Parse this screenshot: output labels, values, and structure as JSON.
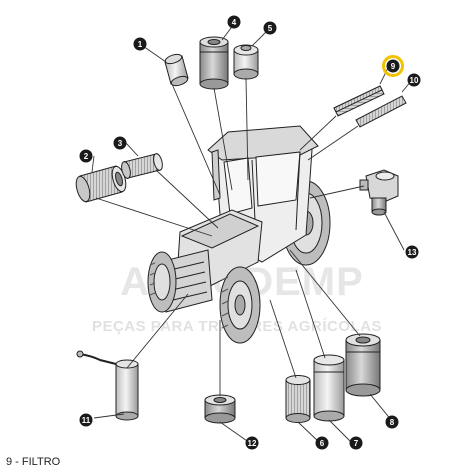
{
  "caption": "9 - FILTRO",
  "watermark": {
    "line1": "AGRODEMP",
    "line2": "PEÇAS PARA TRATORES AGRÍCOLAS"
  },
  "callouts": [
    {
      "id": "1",
      "label": "1"
    },
    {
      "id": "2",
      "label": "2"
    },
    {
      "id": "3",
      "label": "3"
    },
    {
      "id": "4",
      "label": "4"
    },
    {
      "id": "5",
      "label": "5"
    },
    {
      "id": "6",
      "label": "6"
    },
    {
      "id": "7",
      "label": "7"
    },
    {
      "id": "8",
      "label": "8"
    },
    {
      "id": "9",
      "label": "9",
      "highlighted": true
    },
    {
      "id": "10",
      "label": "10"
    },
    {
      "id": "11",
      "label": "11"
    },
    {
      "id": "12",
      "label": "12"
    },
    {
      "id": "13",
      "label": "13"
    }
  ],
  "colors": {
    "badge": "#1a1a1a",
    "highlight": "#f2c200",
    "line": "#333333"
  }
}
